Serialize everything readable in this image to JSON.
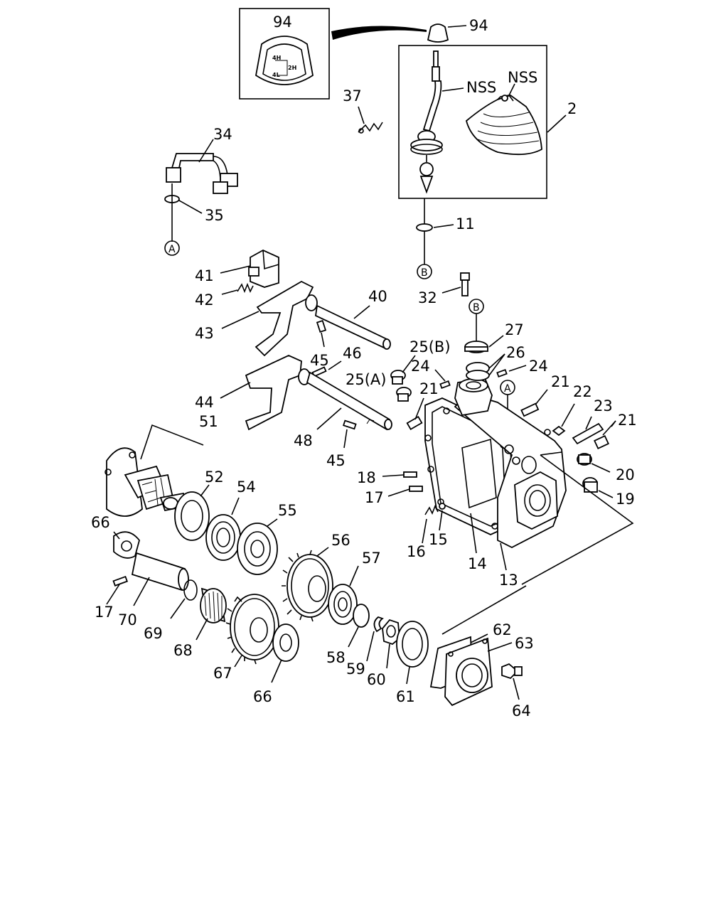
{
  "inset_label": "94",
  "shift_pattern": {
    "p4h": "4H",
    "p2h": "2H",
    "p4l": "4L"
  },
  "circles": {
    "a": "A",
    "b": "B"
  },
  "labels": {
    "l94": "94",
    "nss1": "NSS",
    "nss2": "NSS",
    "l2": "2",
    "l37": "37",
    "l34": "34",
    "l35": "35",
    "l11": "11",
    "l41": "41",
    "l42": "42",
    "l43": "43",
    "l40": "40",
    "l32": "32",
    "l27": "27",
    "l26": "26",
    "l24a": "24",
    "l24b": "24",
    "l25b": "25(B)",
    "l25a": "25(A)",
    "l45a": "45",
    "l46": "46",
    "l21a": "21",
    "l21b": "21",
    "l22": "22",
    "l23": "23",
    "l21c": "21",
    "l44": "44",
    "l48": "48",
    "l45b": "45",
    "l51": "51",
    "l52": "52",
    "l54": "54",
    "l55": "55",
    "l66a": "66",
    "l18": "18",
    "l17a": "17",
    "l20": "20",
    "l19": "19",
    "l16": "16",
    "l15": "15",
    "l14": "14",
    "l13": "13",
    "l56": "56",
    "l57": "57",
    "l17b": "17",
    "l70": "70",
    "l69": "69",
    "l68": "68",
    "l67": "67",
    "l66b": "66",
    "l58": "58",
    "l59": "59",
    "l60": "60",
    "l61": "61",
    "l62": "62",
    "l63": "63",
    "l64": "64"
  }
}
